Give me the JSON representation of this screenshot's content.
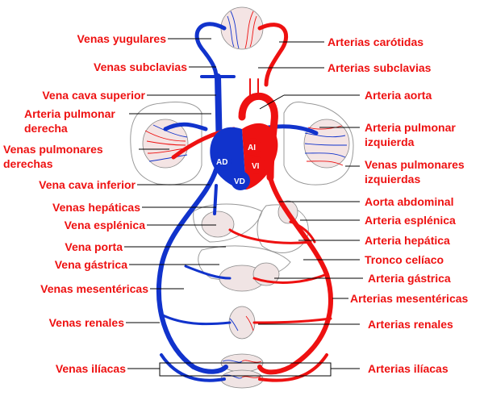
{
  "colors": {
    "artery": "#ee1111",
    "vein": "#1133cc",
    "label": "#ee1111",
    "leader": "#000000",
    "organ_outline": "#888888"
  },
  "left_labels": {
    "venas_yugulares": "Venas yugulares",
    "venas_subclavias": "Venas subclavias",
    "vena_cava_superior": "Vena cava superior",
    "arteria_pulmonar_derecha_1": "Arteria pulmonar",
    "arteria_pulmonar_derecha_2": "derecha",
    "venas_pulmonares_derechas_1": "Venas pulmonares",
    "venas_pulmonares_derechas_2": "derechas",
    "vena_cava_inferior": "Vena cava inferior",
    "venas_hepaticas": "Venas hepáticas",
    "vena_esplenica": "Vena esplénica",
    "vena_porta": "Vena porta",
    "vena_gastrica": "Vena gástrica",
    "venas_mesentericas": "Venas mesentéricas",
    "venas_renales": "Venas renales",
    "venas_iliacas": "Venas ilíacas"
  },
  "right_labels": {
    "arterias_carotidas": "Arterias carótidas",
    "arterias_subclavias": "Arterias subclavias",
    "arteria_aorta": "Arteria aorta",
    "arteria_pulmonar_izquierda_1": "Arteria pulmonar",
    "arteria_pulmonar_izquierda_2": "izquierda",
    "venas_pulmonares_izquierdas_1": "Venas pulmonares",
    "venas_pulmonares_izquierdas_2": "izquierdas",
    "aorta_abdominal": "Aorta abdominal",
    "arteria_esplenica": "Arteria esplénica",
    "arteria_hepatica": "Arteria hepática",
    "tronco_celiaco": "Tronco celíaco",
    "arteria_gastrica": "Arteria gástrica",
    "arterias_mesentericas": "Arterias mesentéricas",
    "arterias_renales": "Arterias renales",
    "arterias_iliacas": "Arterias ilíacas"
  },
  "heart": {
    "ad": "AD",
    "ai": "AI",
    "vd": "VD",
    "vi": "VI"
  }
}
